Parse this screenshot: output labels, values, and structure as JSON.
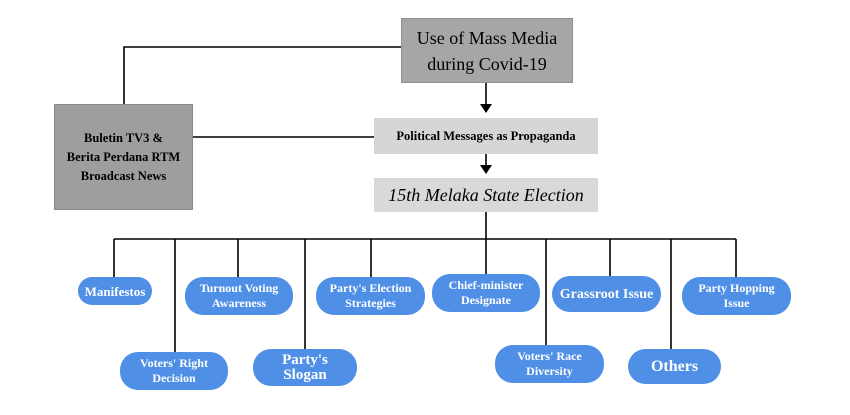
{
  "diagram": {
    "top_node": {
      "line1": "Use of Mass Media",
      "line2": "during Covid-19"
    },
    "left_node": {
      "line1": "Buletin TV3 &",
      "line2": "Berita Perdana RTM",
      "line3": "Broadcast News"
    },
    "propaganda_node": "Political Messages as Propaganda",
    "election_node": "15th Melaka State Election",
    "themes": [
      {
        "id": "manifestos",
        "line1": "Manifestos",
        "line2": ""
      },
      {
        "id": "voters-right-decision",
        "line1": "Voters' Right",
        "line2": "Decision"
      },
      {
        "id": "turnout-voting-awareness",
        "line1": "Turnout Voting",
        "line2": "Awareness"
      },
      {
        "id": "partys-slogan",
        "line1": "Party's Slogan",
        "line2": ""
      },
      {
        "id": "partys-election-strategies",
        "line1": "Party's Election",
        "line2": "Strategies"
      },
      {
        "id": "chief-minister-designate",
        "line1": "Chief-minister",
        "line2": "Designate"
      },
      {
        "id": "voters-race-diversity",
        "line1": "Voters' Race",
        "line2": "Diversity"
      },
      {
        "id": "grassroot-issue",
        "line1": "Grassroot Issue",
        "line2": ""
      },
      {
        "id": "others",
        "line1": "Others",
        "line2": ""
      },
      {
        "id": "party-hopping-issue",
        "line1": "Party Hopping",
        "line2": "Issue"
      }
    ],
    "colors": {
      "pill": "#4f8fe6",
      "top_box": "#a6a6a6",
      "left_box": "#9e9e9e",
      "mid_box": "#d6d6d6",
      "connector": "#000000"
    }
  }
}
